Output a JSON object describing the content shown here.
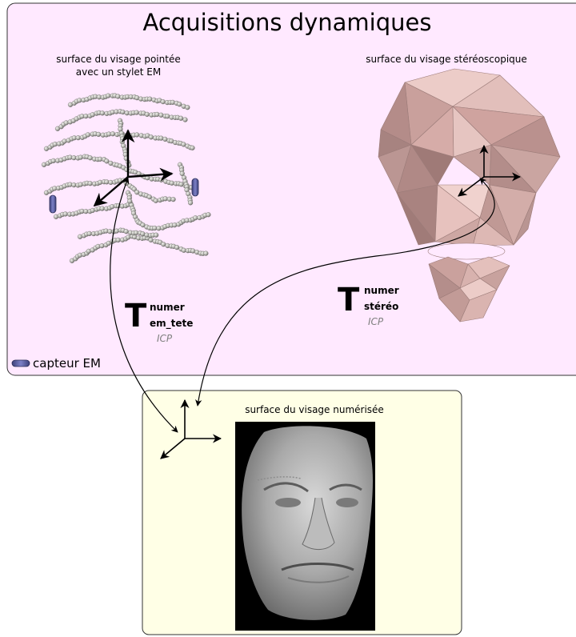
{
  "title": "Acquisitions dynamiques",
  "panels": {
    "stylet": {
      "label_line1": "surface du visage pointée",
      "label_line2": "avec un stylet EM"
    },
    "stereo": {
      "label": "surface du visage stéréoscopique"
    },
    "numerisee": {
      "label": "surface du visage numérisée"
    }
  },
  "transforms": {
    "em": {
      "symbol": "T",
      "sup": "numer",
      "sub": "em_tete",
      "method": "ICP"
    },
    "stereo": {
      "symbol": "T",
      "sup": "numer",
      "sub": "stéréo",
      "method": "ICP"
    }
  },
  "legend": {
    "label": "capteur EM",
    "icon": "em-sensor-icon"
  },
  "colors": {
    "top_panel_bg": "#ffe9ff",
    "bottom_panel_bg": "#ffffe6",
    "mesh_pink": "#dcb0ac",
    "sensor_blue": "#5b5fa6",
    "point_grey": "#b9b9b4",
    "face_grey": "#a8a8a8"
  }
}
